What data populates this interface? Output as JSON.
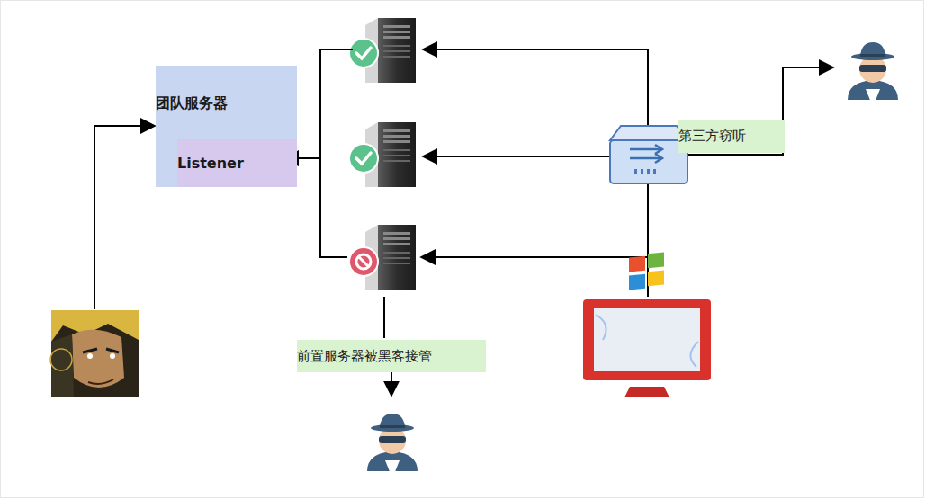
{
  "diagram": {
    "nodes": [
      {
        "text": [
          "团队服务器"
        ]
      },
      {
        "text": [
          "Listener"
        ],
        "in": 0
      },
      {
        "text": [
          "第三方窃听"
        ]
      },
      {
        "text": [
          "前置服务器被黑客接管"
        ]
      }
    ]
  }
}
